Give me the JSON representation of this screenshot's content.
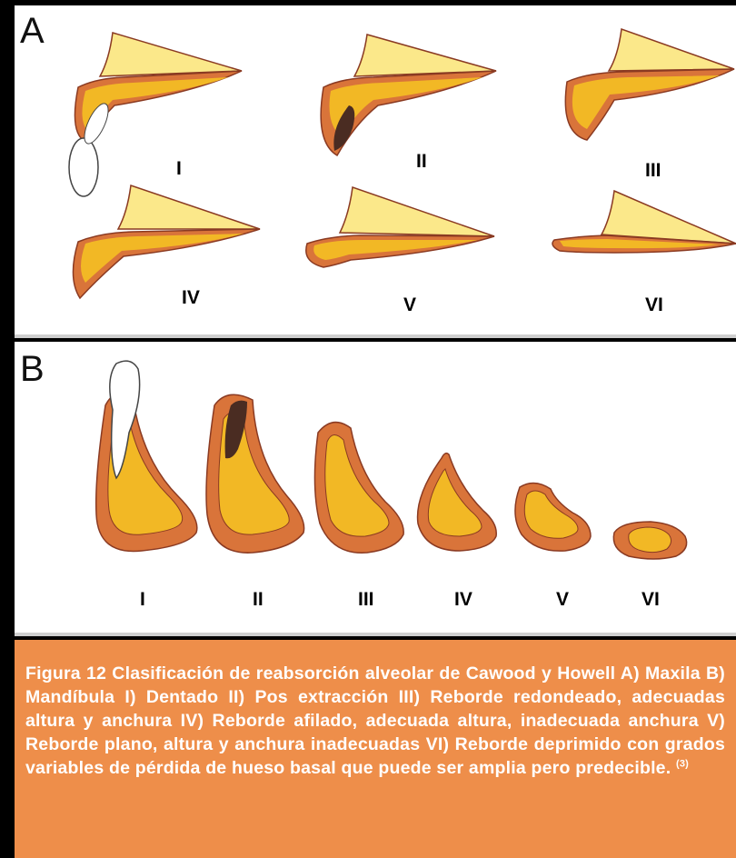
{
  "panel_a": {
    "letter": "A",
    "labels": [
      "I",
      "II",
      "III",
      "IV",
      "V",
      "VI"
    ]
  },
  "panel_b": {
    "letter": "B",
    "labels": [
      "I",
      "II",
      "III",
      "IV",
      "V",
      "VI"
    ]
  },
  "caption": {
    "text": "Figura 12 Clasificación de reabsorción alveolar de Cawood y Howell A) Maxila B) Mandíbula I) Dentado II) Pos extracción III) Reborde redondeado, adecuadas altura y anchura IV) Reborde afilado, adecuada altura, inadecuada anchura V) Reborde plano, altura y anchura inadecuadas VI) Reborde deprimido con grados variables de pérdida de hueso basal que puede ser amplia pero predecible.",
    "reference": "(3)"
  },
  "colors": {
    "cortical_bone": "#d9743a",
    "cancellous_bone": "#f2b825",
    "palate": "#fbe88a",
    "outline": "#8a3a22",
    "tooth": "#ffffff",
    "socket": "#4a2c22",
    "caption_background": "#ee8e4a"
  }
}
